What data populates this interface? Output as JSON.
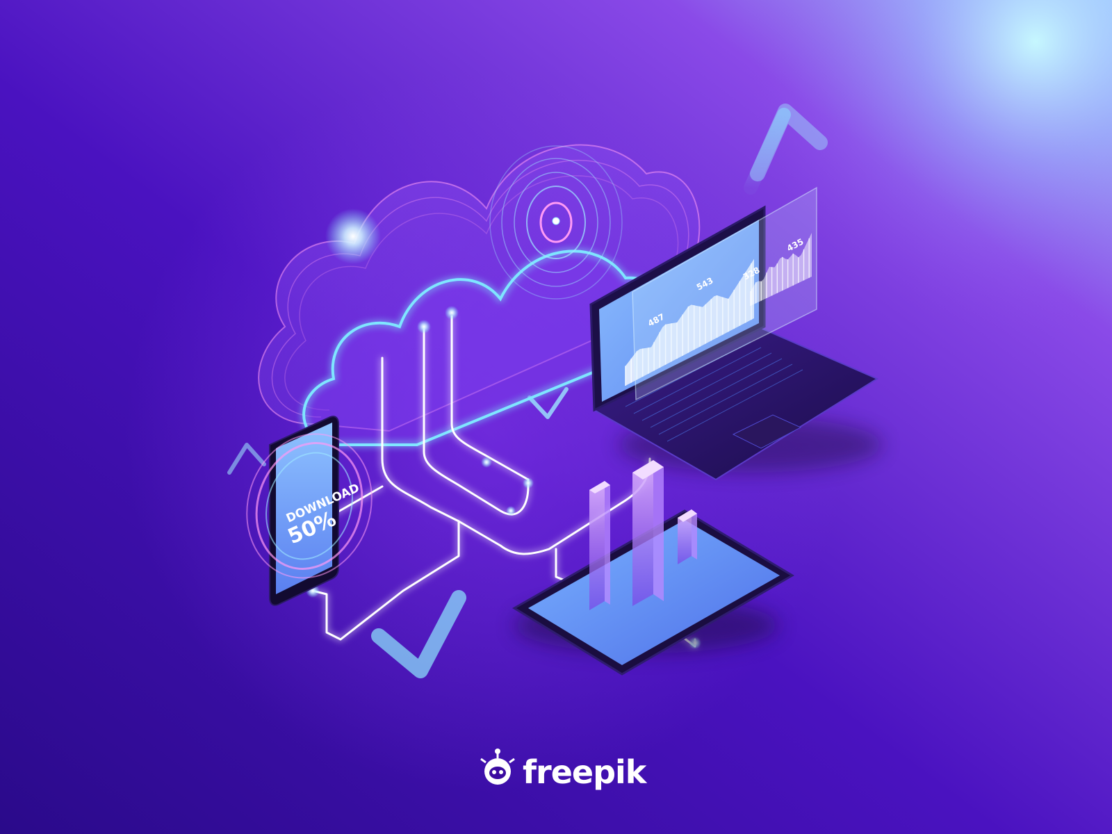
{
  "phone": {
    "line1": "DOWNLOAD",
    "line2": "50%"
  },
  "laptop_chart": {
    "labels": [
      "487",
      "543",
      "328",
      "435"
    ],
    "area_levels": [
      0.3,
      0.45,
      0.38,
      0.62,
      0.55,
      0.72,
      0.58,
      0.66,
      0.5,
      0.7,
      0.9
    ]
  },
  "brand": {
    "name": "freepik"
  },
  "colors": {
    "bg_dark": "#2a0a8a",
    "bg_mid": "#6a22d8",
    "bg_glow": "#b8f2ff",
    "neon_cyan": "#7fe6ff",
    "neon_pink": "#ff8cf2",
    "screen_blue": "#78a8ff",
    "device_dark": "#1a0d40"
  },
  "icons": [
    "cloud-icon",
    "up-arrow-icon",
    "down-arrow-icon",
    "freepik-logo-icon"
  ]
}
